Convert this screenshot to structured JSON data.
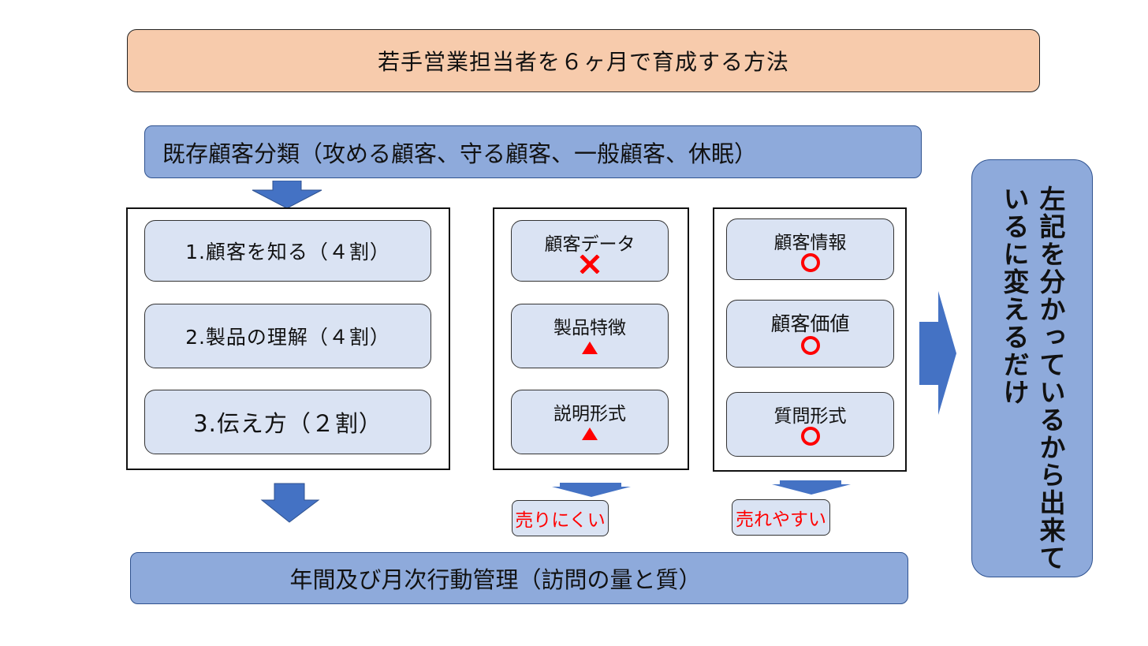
{
  "title": "若手営業担当者を６ヶ月で育成する方法",
  "classification": "既存顧客分類（攻める顧客、守る顧客、一般顧客、休眠）",
  "steps": [
    {
      "label": "1.顧客を知る（４割）"
    },
    {
      "label": "2.製品の理解（４割）"
    },
    {
      "label": "3.伝え方（２割）"
    }
  ],
  "bad_column": {
    "items": [
      {
        "label": "顧客データ",
        "mark": "cross-icon"
      },
      {
        "label": "製品特徴",
        "mark": "triangle-icon"
      },
      {
        "label": "説明形式",
        "mark": "triangle-icon"
      }
    ],
    "result": "売りにくい"
  },
  "good_column": {
    "items": [
      {
        "label": "顧客情報",
        "mark": "circle-icon"
      },
      {
        "label": "顧客価値",
        "mark": "circle-icon"
      },
      {
        "label": "質問形式",
        "mark": "circle-icon"
      }
    ],
    "result": "売れやすい"
  },
  "management": "年間及び月次行動管理（訪問の量と質）",
  "conclusion": "左記を分かっているから出来ているに変えるだけ",
  "colors": {
    "title_fill": "#f7cbac",
    "bar_fill": "#8eaadb",
    "card_fill": "#dae3f3",
    "arrow_fill": "#4472c4",
    "mark_red": "#ff0000"
  }
}
